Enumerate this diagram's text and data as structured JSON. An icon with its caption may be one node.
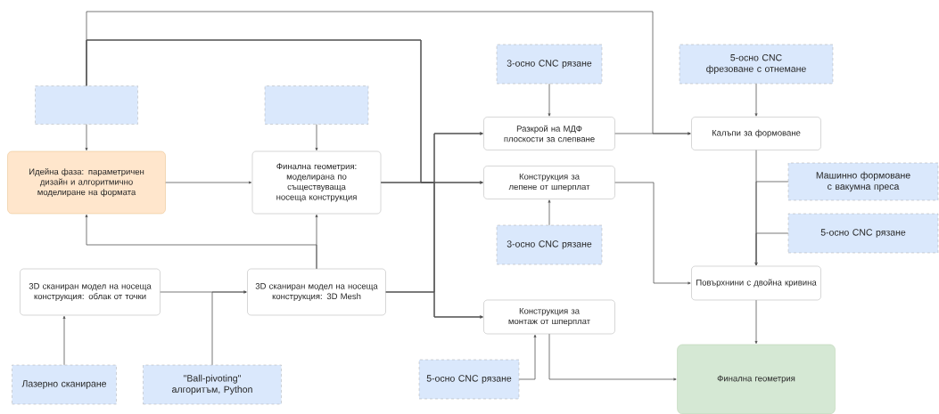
{
  "diagram": {
    "nodes": [
      {
        "text": [],
        "shape": "box"
      },
      {
        "text": [],
        "shape": "box"
      },
      {
        "text": [
          "3-осно CNC рязане"
        ]
      },
      {
        "text": [
          "5-осно CNC фрезоване с отнемане"
        ]
      },
      {
        "text": [
          "Идейна фаза: параметричен дизайн и алгоритмично моделиране на формата"
        ]
      },
      {
        "text": [
          "Финална геометрия: моделирана по съществуваща носеща конструкция"
        ]
      },
      {
        "text": [
          "Разкрой на МДФ плоскости за слепване"
        ]
      },
      {
        "text": [
          "Калъпи за формоване"
        ]
      },
      {
        "text": [
          "Конструкция за лепене от шперплат"
        ]
      },
      {
        "text": [
          "Машинно формоване с вакумна преса"
        ]
      },
      {
        "text": [
          "3-осно CNC рязане"
        ]
      },
      {
        "text": [
          "5-осно CNC рязане"
        ]
      },
      {
        "text": [
          "3D сканиран модел на носеща конструкция: облак от точки"
        ]
      },
      {
        "text": [
          "3D сканиран модел на носеща конструкция: 3D Mesh"
        ]
      },
      {
        "text": [
          "Повърхнини с двойна кривина"
        ]
      },
      {
        "text": [
          "Конструкция за монтаж от шперплат"
        ]
      },
      {
        "text": [
          "Лазерно сканиране"
        ]
      },
      {
        "text": [
          "\"Ball-pivoting\" алгоритъм, Python"
        ]
      },
      {
        "text": [
          "5-осно CNC рязане"
        ]
      },
      {
        "text": [
          "Финална геометрия"
        ]
      }
    ],
    "edges": [
      {
        "from": 0,
        "to": 4,
        "arrow": "to"
      },
      {
        "from": 0,
        "to": 7,
        "arrow": "to"
      },
      {
        "from": 0,
        "to": 6,
        "arrow": "to"
      },
      {
        "from": 0,
        "to": 8,
        "arrow": "to"
      },
      {
        "from": 0,
        "to": 15,
        "arrow": "to"
      },
      {
        "from": 1,
        "to": 5,
        "arrow": "to"
      },
      {
        "from": 4,
        "to": 5,
        "arrow": "to"
      },
      {
        "from": 5,
        "to": 6,
        "arrow": "to"
      },
      {
        "from": 5,
        "to": 8,
        "arrow": "to"
      },
      {
        "from": 5,
        "to": 15,
        "arrow": "to"
      },
      {
        "from": 13,
        "to": 4,
        "arrow": "to"
      },
      {
        "from": 13,
        "to": 5,
        "arrow": "to"
      },
      {
        "from": 12,
        "to": 13,
        "arrow": "to"
      },
      {
        "from": 16,
        "to": 12,
        "arrow": "to"
      },
      {
        "from": 17,
        "to": 13,
        "arrow": "to"
      },
      {
        "from": 2,
        "to": 6,
        "arrow": "to"
      },
      {
        "from": 3,
        "to": 7,
        "arrow": "to"
      },
      {
        "from": 6,
        "to": 7,
        "arrow": "to"
      },
      {
        "from": 10,
        "to": 8,
        "arrow": "to"
      },
      {
        "from": 7,
        "to": 14,
        "arrow": "to"
      },
      {
        "from": 9,
        "to": 14,
        "arrow": "to"
      },
      {
        "from": 11,
        "to": 14,
        "arrow": "to"
      },
      {
        "from": 8,
        "to": 14,
        "arrow": "to"
      },
      {
        "from": 14,
        "to": 19,
        "arrow": "to"
      },
      {
        "from": 15,
        "to": 19,
        "arrow": "to"
      },
      {
        "from": 13,
        "to": 6,
        "arrow": "to"
      },
      {
        "from": 13,
        "to": 8,
        "arrow": "to"
      },
      {
        "from": 13,
        "to": 15,
        "arrow": "to"
      },
      {
        "from": 18,
        "to": 15,
        "arrow": "to"
      }
    ]
  }
}
